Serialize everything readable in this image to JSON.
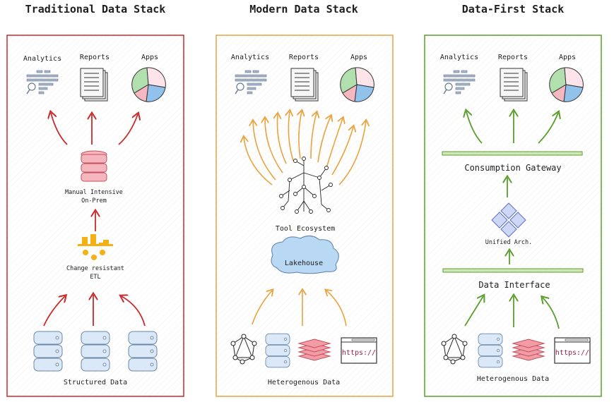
{
  "colors": {
    "traditional": "#c92a2a",
    "modern": "#e8a33d",
    "data_first": "#5c9e2e"
  },
  "panels": [
    {
      "title": "Traditional Data Stack",
      "outputs": [
        "Analytics",
        "Reports",
        "Apps"
      ],
      "storage_label": [
        "Manual Intensive",
        "On-Prem"
      ],
      "etl_label": [
        "Change resistant",
        "ETL"
      ],
      "source_label": "Structured Data"
    },
    {
      "title": "Modern Data Stack",
      "outputs": [
        "Analytics",
        "Reports",
        "Apps"
      ],
      "tool_label": "Tool Ecosystem",
      "lakehouse_label": "Lakehouse",
      "source_label": "Heterogenous Data",
      "source_icons": [
        "graph-icon",
        "database-icon",
        "layers-icon",
        "https-browser-icon"
      ],
      "https_text": "https://"
    },
    {
      "title": "Data-First Stack",
      "outputs": [
        "Analytics",
        "Reports",
        "Apps"
      ],
      "gateway_label": "Consumption Gateway",
      "unified_label": "Unified Arch.",
      "interface_label": "Data Interface",
      "source_label": "Heterogenous Data",
      "https_text": "https://"
    }
  ]
}
